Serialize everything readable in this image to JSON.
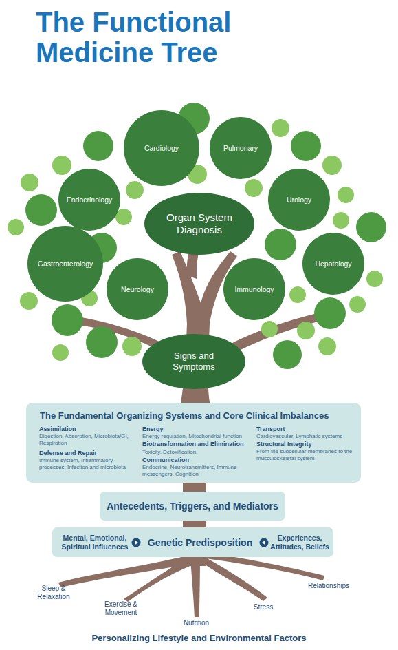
{
  "diagram": {
    "title": "The Functional Medicine Tree",
    "caption": "Personalizing Lifestyle and Environmental Factors",
    "nodes": [
      {
        "text": [
          "Cardiology"
        ]
      },
      {
        "text": [
          "Pulmonary"
        ]
      },
      {
        "text": [
          "Endocrinology"
        ]
      },
      {
        "text": [
          "Organ System Diagnosis"
        ]
      },
      {
        "text": [
          "Urology"
        ]
      },
      {
        "text": [
          "Gastroenterology"
        ]
      },
      {
        "text": [
          "Neurology"
        ]
      },
      {
        "text": [
          "Immunology"
        ]
      },
      {
        "text": [
          "Hepatology"
        ]
      },
      {
        "text": [
          "Signs and Symptoms"
        ]
      },
      {
        "text": [
          "The Fundamental Organizing Systems and Core Clinical Imbalances",
          "Assimilation",
          "Digestion, Absorption, Microbiota/GI, Respiration",
          "Defense and Repair",
          "Immune system, Inflammatory processes, Infection and microbiota",
          "Energy",
          "Energy regulation, Mitochondrial function",
          "Biotransformation and Elimination",
          "Toxicity, Detoxification",
          "Communication",
          "Endocrine, Neurotransmitters, Immune messengers, Cognition",
          "Transport",
          "Cardiovascular, Lymphatic systems",
          "Structural Integrity",
          "From the subcellular membranes to the musculoskeletal system"
        ]
      },
      {
        "text": [
          "Antecedents, Triggers, and Mediators"
        ]
      },
      {
        "text": [
          "Mental, Emotional, Spiritual Influences",
          "Genetic Predisposition",
          "Experiences, Attitudes, Beliefs"
        ]
      }
    ],
    "labels": [
      "Sleep & Relaxation",
      "Exercise & Movement",
      "Nutrition",
      "Stress",
      "Relationships"
    ]
  }
}
